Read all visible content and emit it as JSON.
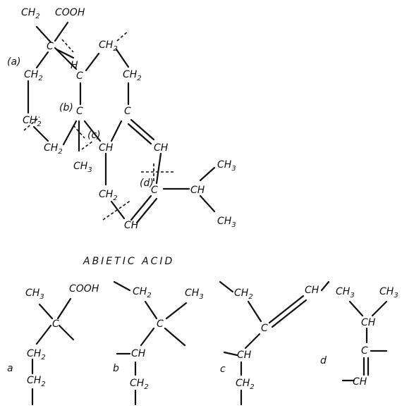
{
  "groups": {
    "ch2": "CH",
    "ch3": "CH",
    "ch": "CH",
    "cooh": "COOH",
    "c": "C",
    "h": "H",
    "sub2": "2",
    "sub3": "3"
  },
  "marks": {
    "a": "(a)",
    "b": "(b)",
    "c": "(c)",
    "d": "(d)"
  },
  "caption": "ABIETIC ACID",
  "fragment_labels": [
    "a",
    "b",
    "c",
    "d"
  ]
}
